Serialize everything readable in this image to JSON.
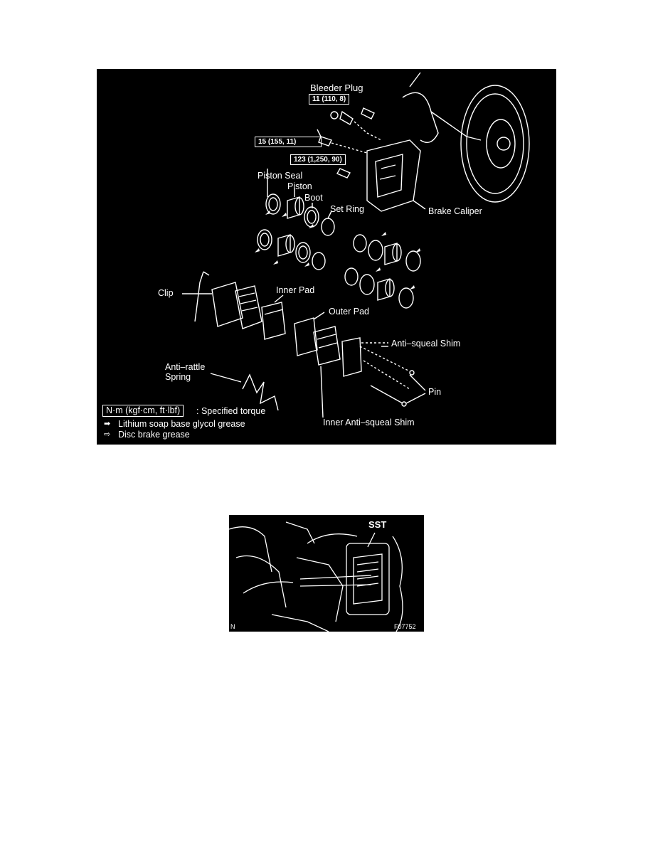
{
  "figure1": {
    "labels": {
      "bleeder_plug": "Bleeder Plug",
      "piston_seal": "Piston Seal",
      "piston": "Piston",
      "boot": "Boot",
      "set_ring": "Set Ring",
      "brake_caliper": "Brake Caliper",
      "clip": "Clip",
      "inner_pad": "Inner Pad",
      "outer_pad": "Outer Pad",
      "anti_squeal_shim": "Anti–squeal Shim",
      "anti_rattle_spring": "Anti–rattle\nSpring",
      "pin": "Pin",
      "inner_anti_squeal_shim": "Inner Anti–squeal Shim"
    },
    "torques": {
      "bleeder": "11 (110, 8)",
      "union": "15 (155, 11)",
      "mount": "123 (1,250, 90)"
    },
    "legend": {
      "unit_box": "N·m (kgf·cm, ft·lbf)",
      "unit_text": ": Specified torque",
      "grease1": "Lithium soap base glycol grease",
      "grease2": "Disc brake grease"
    }
  },
  "figure2": {
    "sst_label": "SST",
    "code": "F07752",
    "corner_mark": "N"
  }
}
